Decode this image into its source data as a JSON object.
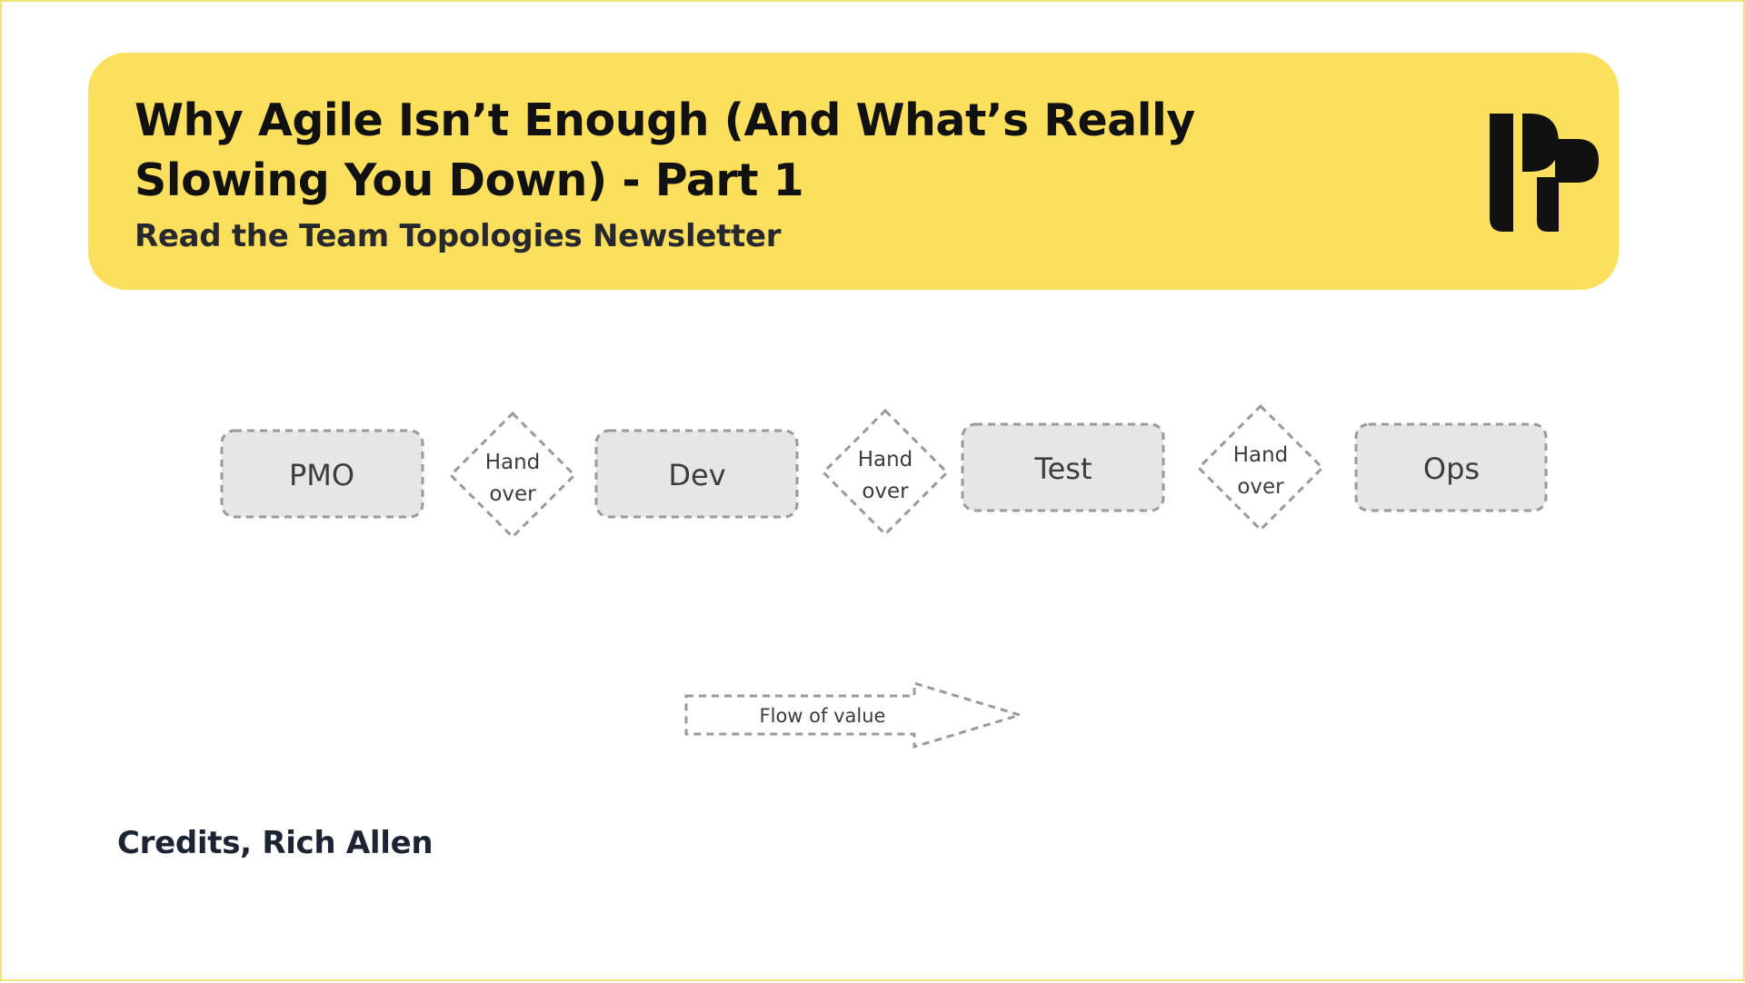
{
  "banner": {
    "title": "Why Agile Isn’t Enough (And What’s Really Slowing You Down) - Part 1",
    "subtitle": "Read the Team Topologies Newsletter",
    "logo_icon": "team-topologies-logo",
    "background_color": "#fce05d"
  },
  "diagram": {
    "stages": [
      "PMO",
      "Dev",
      "Test",
      "Ops"
    ],
    "handovers": [
      {
        "line1": "Hand",
        "line2": "over"
      },
      {
        "line1": "Hand",
        "line2": "over"
      },
      {
        "line1": "Hand",
        "line2": "over"
      }
    ],
    "flow_label": "Flow of value",
    "box_fill": "#e6e6e6",
    "stroke_color": "#9a9a9a"
  },
  "credits": "Credits, Rich Allen"
}
